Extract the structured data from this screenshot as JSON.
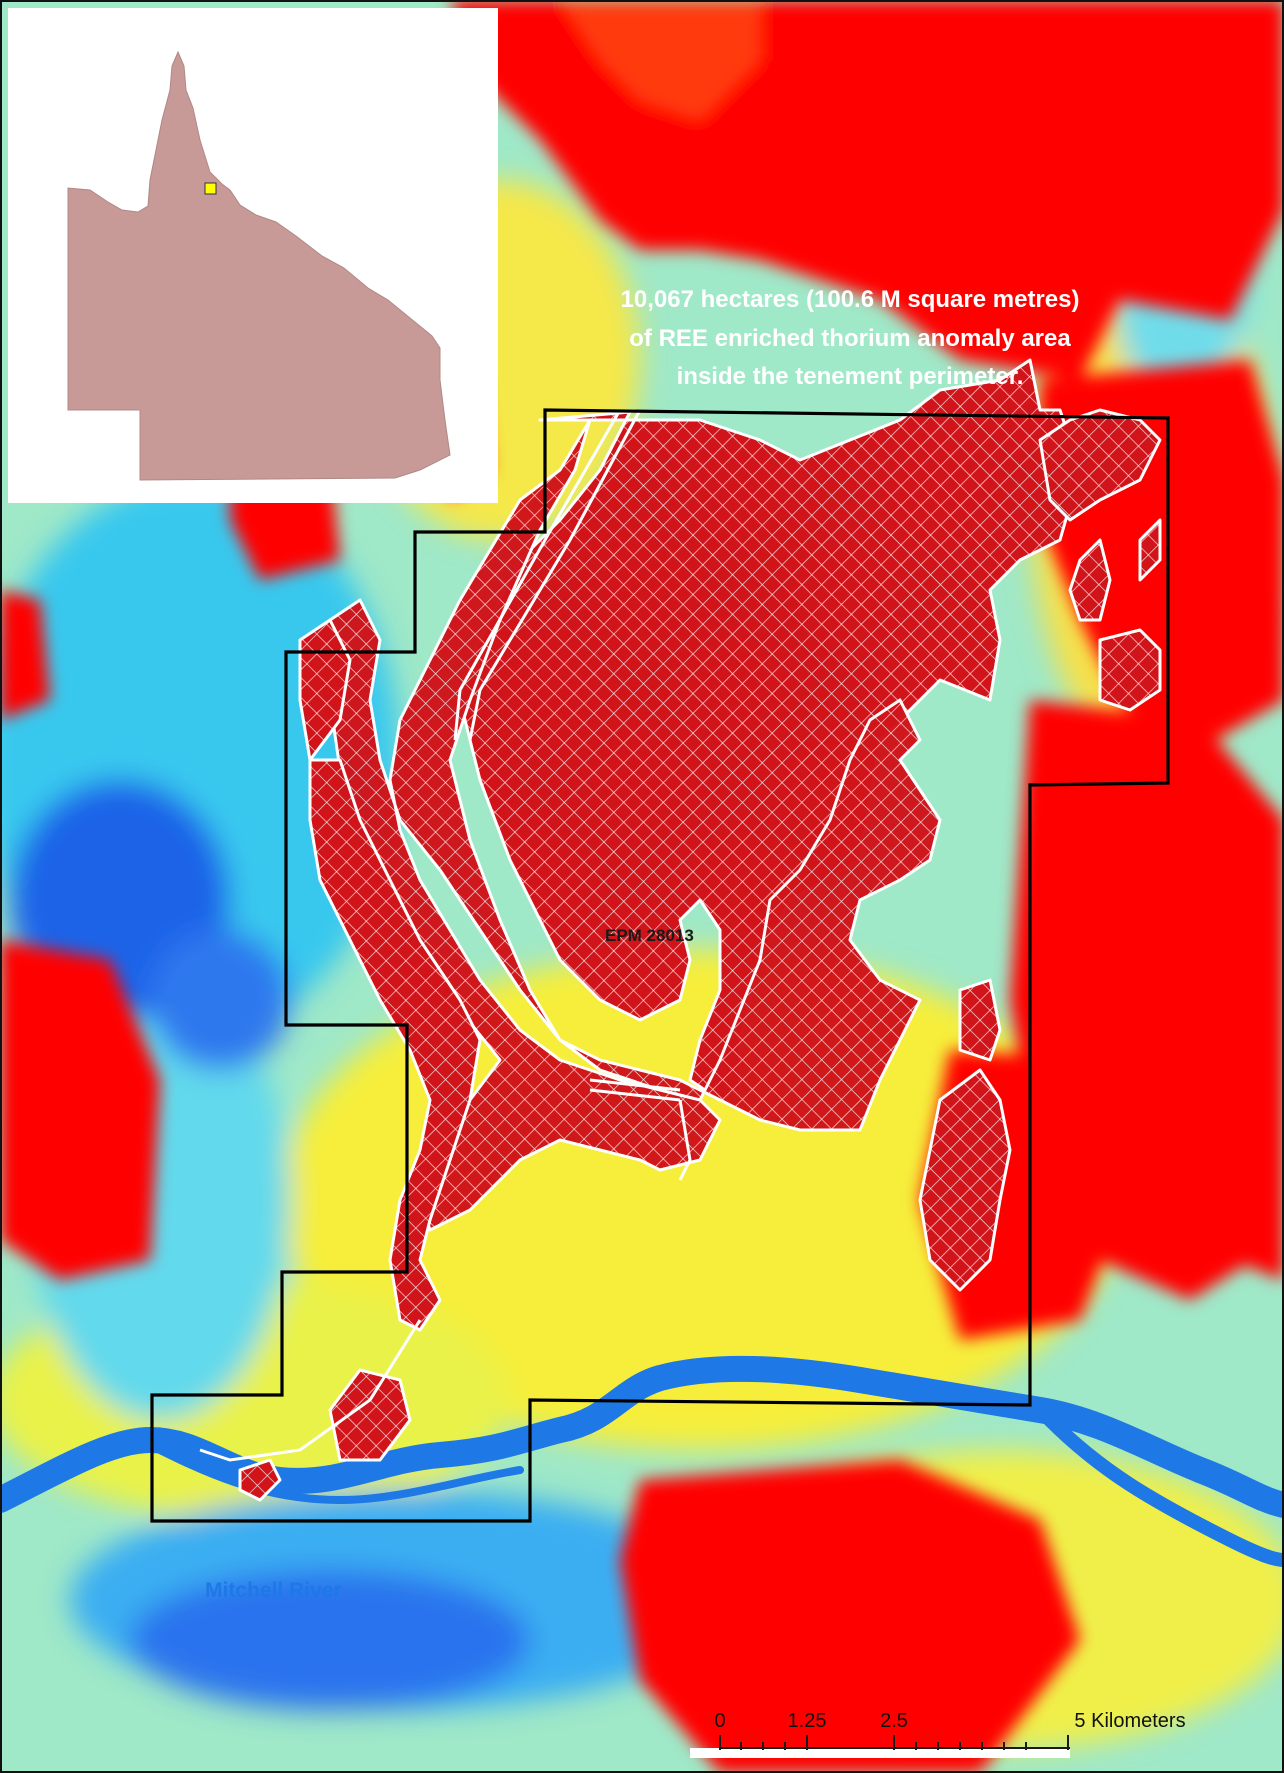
{
  "annotation": {
    "line1": "10,067 hectares (100.6 M square metres)",
    "line2": "of REE enriched thorium anomaly area",
    "line3": "inside the tenement perimeter."
  },
  "tenement_label": "EPM 28013",
  "river_label": "Mitchell River",
  "scale_bar": {
    "ticks": [
      "0",
      "1.25",
      "2.5",
      "5 Kilometers"
    ]
  },
  "inset": {
    "highlight_color": "#ffff00",
    "land_color": "#c79a98"
  },
  "colors": {
    "high_anomaly": "#ff0000",
    "medium": "#ffff00",
    "low": "#00ffff",
    "very_low": "#1560f0",
    "river": "#1e78e6",
    "tenement_outline": "#000000",
    "hatch_outline": "#ffffff"
  }
}
